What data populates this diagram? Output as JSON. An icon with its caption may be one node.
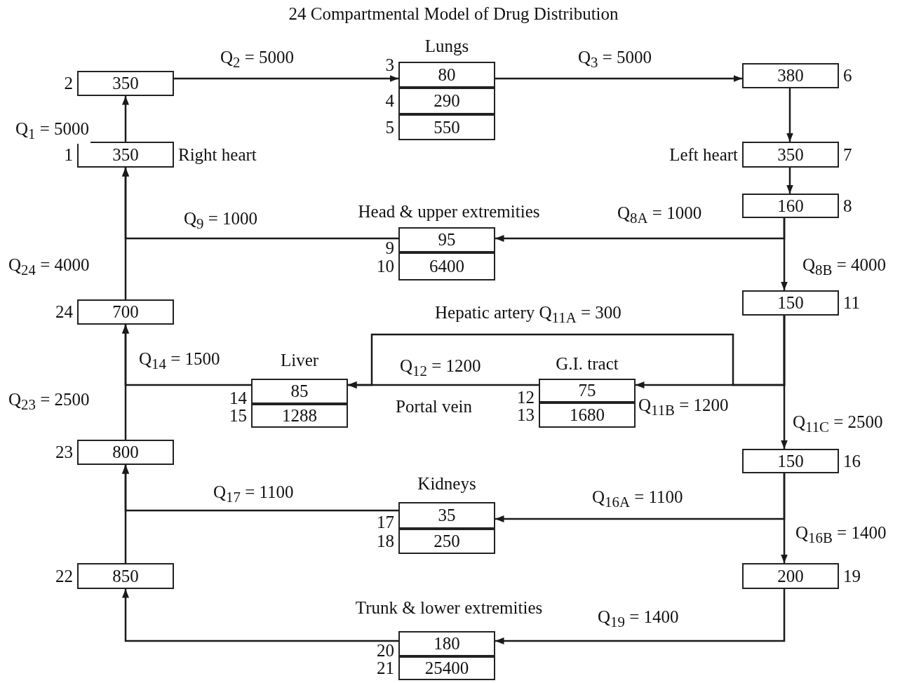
{
  "diagram": {
    "title": "24 Compartmental Model of Drug Distribution",
    "nodes": [
      {
        "text": [
          "350"
        ],
        "beside": [
          "2"
        ]
      },
      {
        "text": [
          "Lungs"
        ]
      },
      {
        "text": [
          "80"
        ],
        "in": 1,
        "beside": [
          "3"
        ]
      },
      {
        "text": [
          "290"
        ],
        "in": 1,
        "beside": [
          "4"
        ]
      },
      {
        "text": [
          "550"
        ],
        "in": 1,
        "beside": [
          "5"
        ]
      },
      {
        "text": [
          "380"
        ],
        "beside": [
          "6"
        ]
      },
      {
        "text": [
          "350"
        ],
        "beside": [
          "1",
          "Right heart"
        ]
      },
      {
        "text": [
          "350"
        ],
        "beside": [
          "Left heart",
          "7"
        ]
      },
      {
        "text": [
          "160"
        ],
        "beside": [
          "8"
        ]
      },
      {
        "text": [
          "Head & upper extremities"
        ]
      },
      {
        "text": [
          "95"
        ],
        "in": 9,
        "beside": [
          "9"
        ]
      },
      {
        "text": [
          "6400"
        ],
        "in": 9,
        "beside": [
          "10"
        ]
      },
      {
        "text": [
          "700"
        ],
        "beside": [
          "24"
        ]
      },
      {
        "text": [
          "150"
        ],
        "beside": [
          "11"
        ]
      },
      {
        "text": [
          "Liver"
        ]
      },
      {
        "text": [
          "85"
        ],
        "in": 14,
        "beside": [
          "14"
        ]
      },
      {
        "text": [
          "1288"
        ],
        "in": 14,
        "beside": [
          "15"
        ]
      },
      {
        "text": [
          "G.I. tract"
        ]
      },
      {
        "text": [
          "75"
        ],
        "in": 17,
        "beside": [
          "12"
        ]
      },
      {
        "text": [
          "1680"
        ],
        "in": 17,
        "beside": [
          "13"
        ]
      },
      {
        "text": [
          "800"
        ],
        "beside": [
          "23"
        ]
      },
      {
        "text": [
          "150"
        ],
        "beside": [
          "16"
        ]
      },
      {
        "text": [
          "Kidneys"
        ]
      },
      {
        "text": [
          "35"
        ],
        "in": 22,
        "beside": [
          "17"
        ]
      },
      {
        "text": [
          "250"
        ],
        "in": 22,
        "beside": [
          "18"
        ]
      },
      {
        "text": [
          "850"
        ],
        "beside": [
          "22"
        ]
      },
      {
        "text": [
          "200"
        ],
        "beside": [
          "19"
        ]
      },
      {
        "text": [
          "Trunk & lower extremities"
        ]
      },
      {
        "text": [
          "180"
        ],
        "in": 27,
        "beside": [
          "20"
        ]
      },
      {
        "text": [
          "25400"
        ],
        "in": 27,
        "beside": [
          "21"
        ]
      }
    ],
    "edges": [
      {
        "from": 6,
        "to": 0,
        "arrow": "to",
        "label": "Q$_{1}$ = 5000"
      },
      {
        "from": 0,
        "to": 2,
        "arrow": "to",
        "label": "Q$_{2}$ = 5000"
      },
      {
        "from": 2,
        "to": 5,
        "arrow": "to",
        "label": "Q$_{3}$ = 5000"
      },
      {
        "from": 5,
        "to": 7,
        "arrow": "to"
      },
      {
        "from": 7,
        "to": 8,
        "arrow": "to"
      },
      {
        "from": 8,
        "to": 10,
        "arrow": "to",
        "label": "Q$_{8A}$ = 1000"
      },
      {
        "from": 8,
        "to": 13,
        "arrow": "to",
        "label": "Q$_{8B}$ = 4000"
      },
      {
        "from": 10,
        "to": 6,
        "arrow": "to",
        "label": "Q$_{9}$ = 1000"
      },
      {
        "from": 12,
        "to": 6,
        "arrow": "to",
        "label": "Q$_{24}$ = 4000"
      },
      {
        "from": 13,
        "to": 18,
        "arrow": "to",
        "label": "Q$_{11B}$ = 1200"
      },
      {
        "from": 13,
        "to": 15,
        "arrow": "to",
        "label": "Hepatic artery Q$_{11A}$ = 300"
      },
      {
        "from": 13,
        "to": 21,
        "arrow": "to",
        "label": "Q$_{11C}$ = 2500"
      },
      {
        "from": 18,
        "to": 15,
        "arrow": "to",
        "label": "Q$_{12}$ = 1200"
      },
      {
        "from": 15,
        "to": 12,
        "arrow": "to",
        "label": "Q$_{14}$ = 1500"
      },
      {
        "from": 20,
        "to": 12,
        "arrow": "to",
        "label": "Q$_{23}$ = 2500"
      },
      {
        "from": 21,
        "to": 23,
        "arrow": "to",
        "label": "Q$_{16A}$ = 1100"
      },
      {
        "from": 21,
        "to": 26,
        "arrow": "to",
        "label": "Q$_{16B}$ = 1400"
      },
      {
        "from": 23,
        "to": 20,
        "arrow": "to",
        "label": "Q$_{17}$ = 1100"
      },
      {
        "from": 25,
        "to": 20,
        "arrow": "to"
      },
      {
        "from": 26,
        "to": 28,
        "arrow": "to",
        "label": "Q$_{19}$ = 1400"
      },
      {
        "from": 28,
        "to": 25,
        "arrow": "to"
      }
    ],
    "labels": [
      "Portal vein"
    ]
  }
}
